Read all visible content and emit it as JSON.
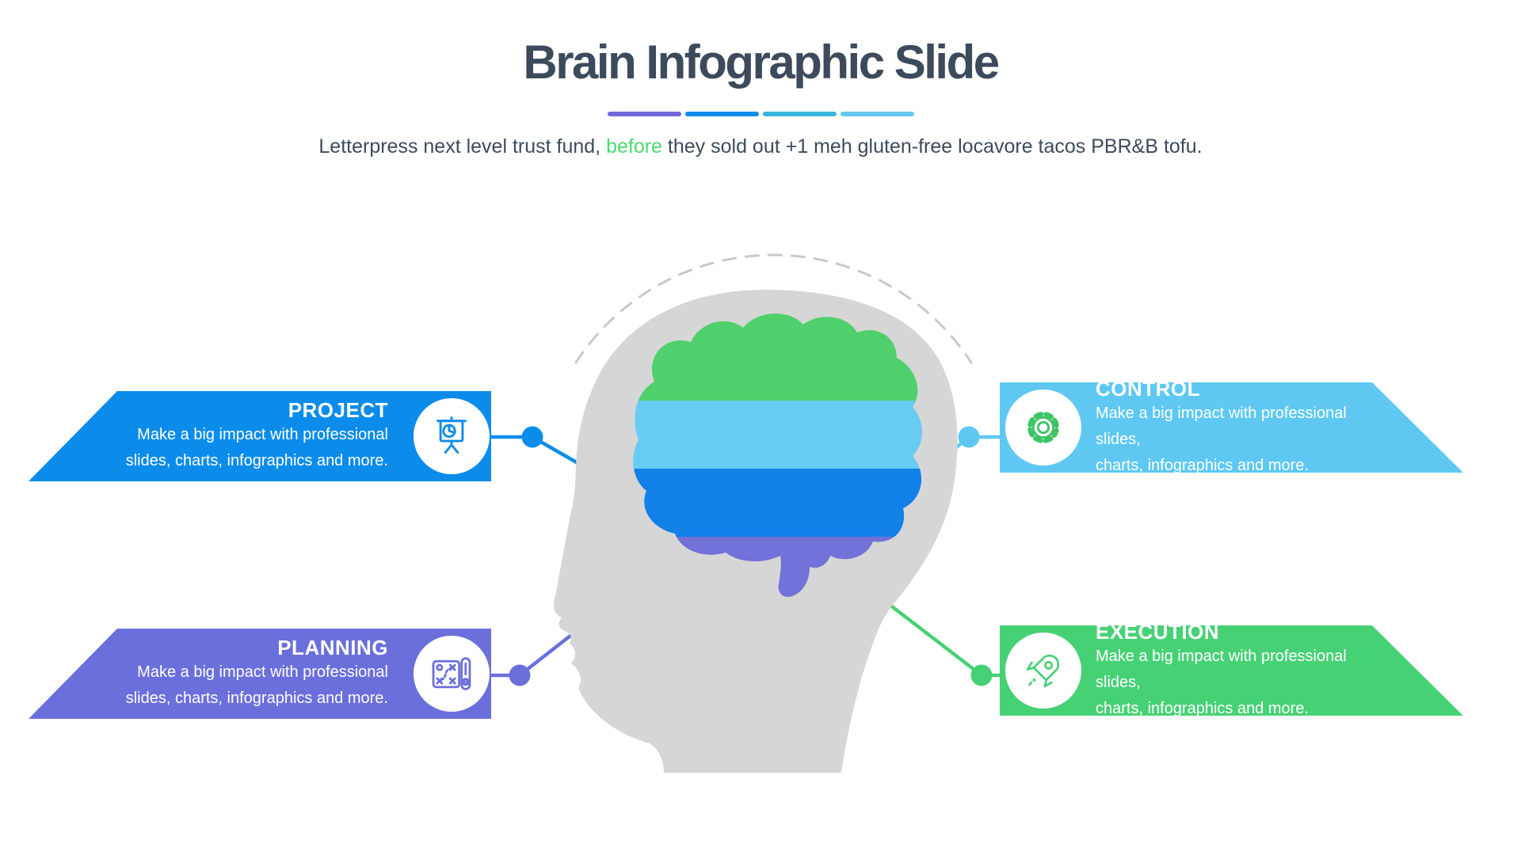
{
  "header": {
    "title": "Brain Infographic Slide",
    "title_color": "#3d4a5b",
    "underline_colors": [
      "#7568da",
      "#0d8cec",
      "#38b5d9",
      "#62c8f0"
    ],
    "subtitle_pre": "Letterpress next level trust fund, ",
    "subtitle_highlight": "before",
    "subtitle_post": " they sold out +1 meh gluten-free locavore tacos PBR&B tofu.",
    "subtitle_color": "#3d4a5b",
    "subtitle_highlight_color": "#4cd96d"
  },
  "banners": [
    {
      "label": "PROJECT",
      "desc_line1": "Make a big impact with professional",
      "desc_line2": "slides, charts, infographics and more.",
      "color": "#0b8ceb",
      "icon": "presentation-board-icon",
      "icon_color": "#0d8cec",
      "side": "left"
    },
    {
      "label": "CONTROL",
      "desc_line1": "Make a big impact with professional slides,",
      "desc_line2": "charts, infographics and more.",
      "color": "#5ec8f2",
      "icon": "gear-icon",
      "icon_color": "#3dc466",
      "side": "right"
    },
    {
      "label": "PLANNING",
      "desc_line1": "Make a big impact with professional",
      "desc_line2": "slides, charts, infographics and more.",
      "color": "#6b6fdb",
      "icon": "strategy-map-icon",
      "icon_color": "#6b6fdb",
      "side": "left"
    },
    {
      "label": "EXECUTION",
      "desc_line1": "Make a big impact with professional slides,",
      "desc_line2": "charts, infographics and more.",
      "color": "#47d175",
      "icon": "rocket-icon",
      "icon_color": "#47d175",
      "side": "right"
    }
  ],
  "figure": {
    "head_color": "#d6d6d6",
    "arc_color": "#c9c9c9",
    "brain_bands": [
      "#4fd06c",
      "#67cbf2",
      "#1181e8",
      "#7372d8"
    ]
  }
}
